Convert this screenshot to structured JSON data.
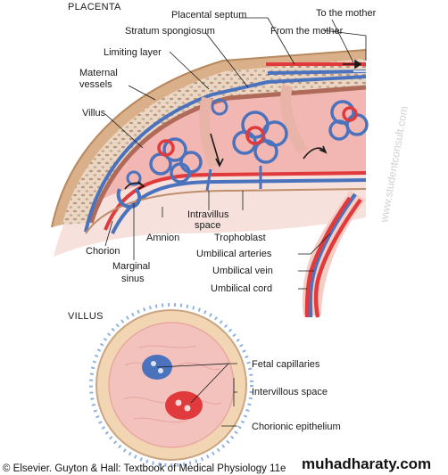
{
  "sections": {
    "placenta": "PLACENTA",
    "villus": "VILLUS"
  },
  "labels": {
    "placental_septum": "Placental septum",
    "to_the_mother": "To the mother",
    "stratum_spongiosum": "Stratum spongiosum",
    "from_the_mother": "From the mother",
    "limiting_layer": "Limiting layer",
    "maternal_vessels_1": "Maternal",
    "maternal_vessels_2": "vessels",
    "villus": "Villus",
    "intravillus_space_1": "Intravillus",
    "intravillus_space_2": "space",
    "trophoblast": "Trophoblast",
    "amnion": "Amnion",
    "chorion": "Chorion",
    "marginal_sinus_1": "Marginal",
    "marginal_sinus_2": "sinus",
    "umbilical_arteries": "Umbilical arteries",
    "umbilical_vein": "Umbilical vein",
    "umbilical_cord": "Umbilical cord",
    "fetal_capillaries": "Fetal capillaries",
    "intervillous_space": "Intervillous space",
    "chorionic_epithelium": "Chorionic epithelium"
  },
  "footer": {
    "credit": "© Elsevier. Guyton & Hall: Textbook of Medical Physiology 11e",
    "site": "muhadharaty.com",
    "watermark": "www.studentconsult.com"
  },
  "colors": {
    "artery": "#e03a3c",
    "vein": "#4b73bd",
    "tissue_pink": "#f4c3c0",
    "decidua_tan": "#e9d6c2",
    "membrane_tan": "#d9b08a"
  }
}
